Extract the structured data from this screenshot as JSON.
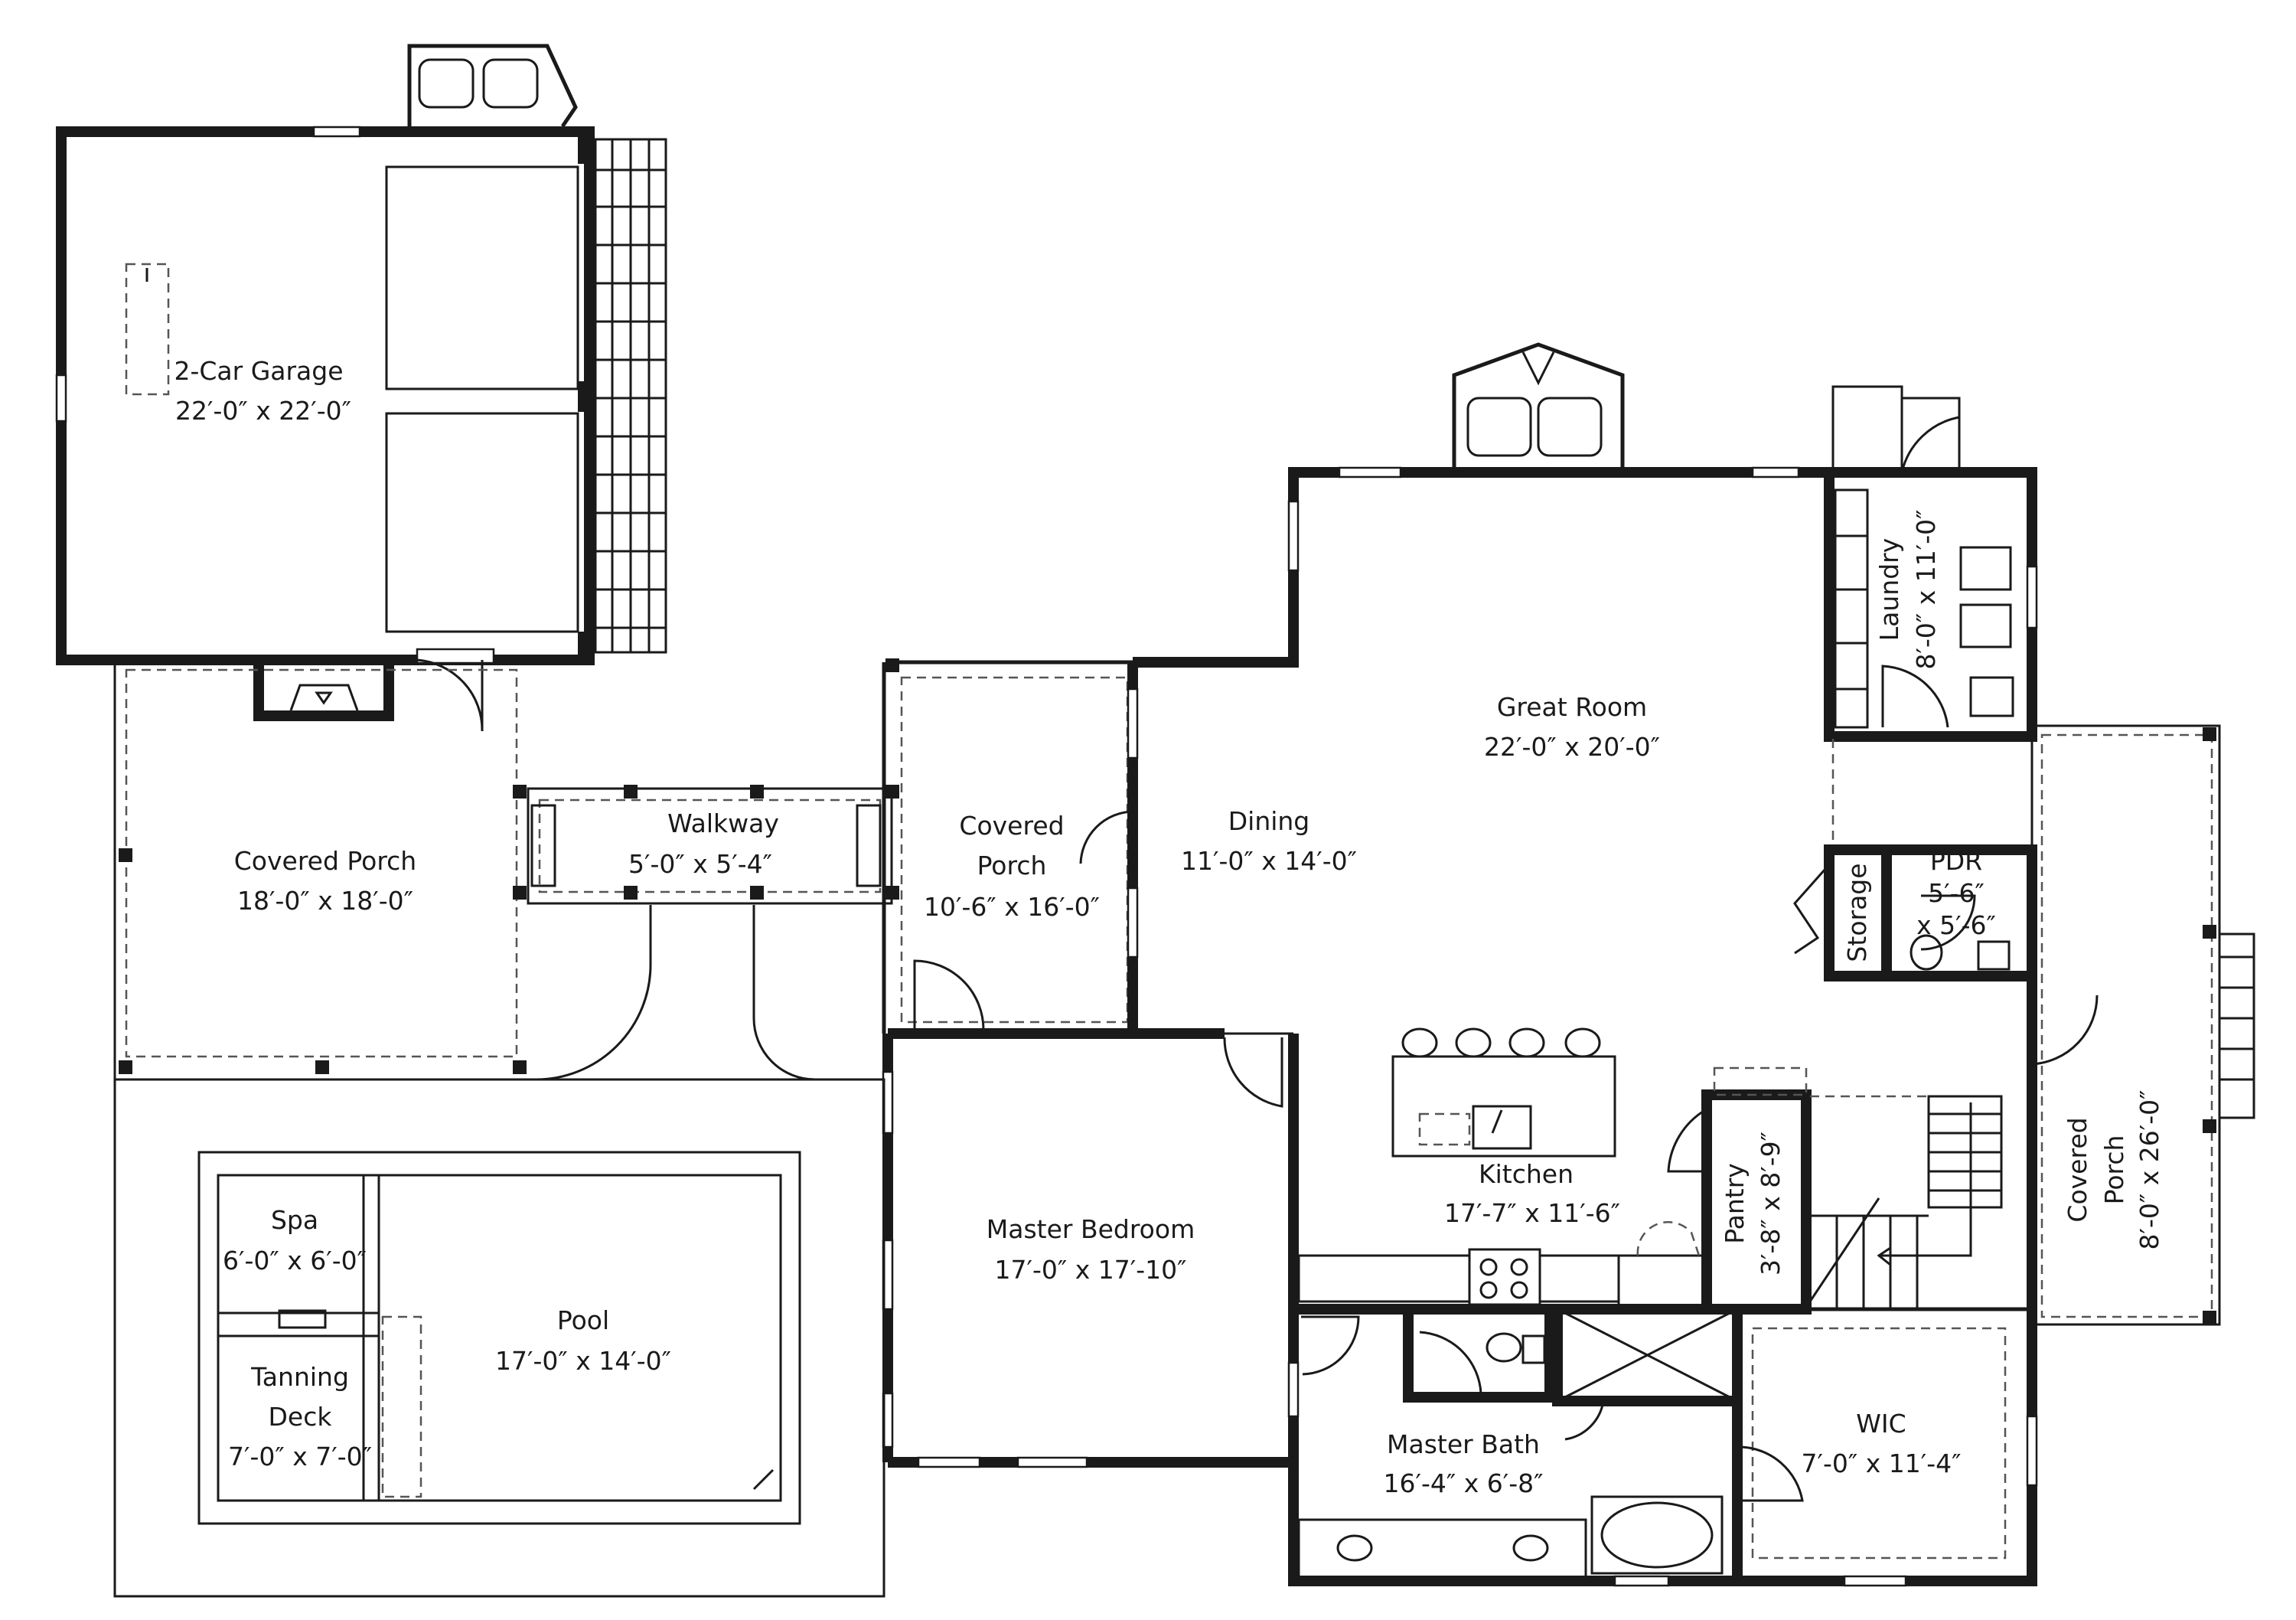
{
  "rooms": {
    "garage": {
      "name": "2-Car Garage",
      "dims": "22′-0″ x 22′-0″"
    },
    "porch_left": {
      "name": "Covered Porch",
      "dims": "18′-0″ x 18′-0″"
    },
    "walkway": {
      "name": "Walkway",
      "dims": "5′-0″ x 5′-4″"
    },
    "porch_mid": {
      "name_line1": "Covered",
      "name_line2": "Porch",
      "dims": "10′-6″ x 16′-0″"
    },
    "dining": {
      "name": "Dining",
      "dims": "11′-0″ x 14′-0″"
    },
    "great_room": {
      "name": "Great Room",
      "dims": "22′-0″ x 20′-0″"
    },
    "laundry": {
      "name": "Laundry",
      "dims": "8′-0″ x 11′-0″"
    },
    "pdr": {
      "name": "PDR",
      "dims_line1": "5′-6″",
      "dims_line2": "x 5′-6″"
    },
    "storage": {
      "name": "Storage"
    },
    "kitchen": {
      "name": "Kitchen",
      "dims": "17′-7″ x 11′-6″"
    },
    "pantry": {
      "name": "Pantry",
      "dims": "3′-8″ x 8′-9″"
    },
    "porch_right": {
      "name_line1": "Covered",
      "name_line2": "Porch",
      "dims": "8′-0″ x 26′-0″"
    },
    "master_bedroom": {
      "name": "Master Bedroom",
      "dims": "17′-0″ x 17′-10″"
    },
    "master_bath": {
      "name": "Master Bath",
      "dims": "16′-4″ x 6′-8″"
    },
    "wic": {
      "name": "WIC",
      "dims": "7′-0″ x 11′-4″"
    },
    "spa": {
      "name": "Spa",
      "dims": "6′-0″ x 6′-0″"
    },
    "tanning_deck": {
      "name_line1": "Tanning",
      "name_line2": "Deck",
      "dims": "7′-0″ x 7′-0″"
    },
    "pool": {
      "name": "Pool",
      "dims": "17′-0″ x 14′-0″"
    }
  }
}
